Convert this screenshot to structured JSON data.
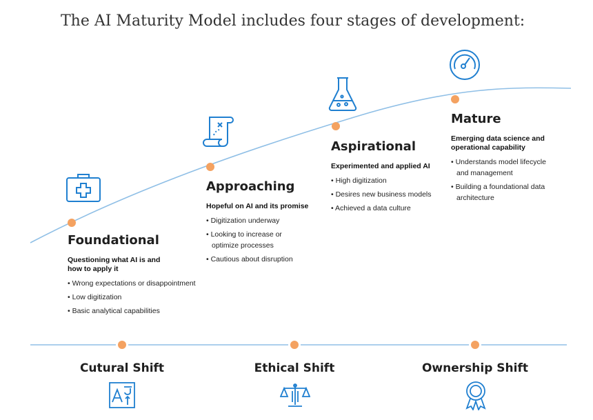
{
  "intro": "The AI Maturity Model includes four stages of development:",
  "accent_color": "#f4a261",
  "line_color": "#8fbfe6",
  "icon_color": "#1f7fd0",
  "stages": [
    {
      "title": "Foundational",
      "icon": "first-aid-kit-icon",
      "subtitle": "Questioning what AI is and how to apply it",
      "bullets": [
        "Wrong expectations or disappointment",
        "Low digitization",
        "Basic analytical capabilities"
      ]
    },
    {
      "title": "Approaching",
      "icon": "scroll-map-icon",
      "subtitle": "Hopeful on AI and its promise",
      "bullets": [
        "Digitization underway",
        "Looking to increase or optimize processes",
        "Cautious about disruption"
      ]
    },
    {
      "title": "Aspirational",
      "icon": "flask-icon",
      "subtitle": "Experimented and applied AI",
      "bullets": [
        "High digitization",
        "Desires new business models",
        "Achieved a data culture"
      ]
    },
    {
      "title": "Mature",
      "icon": "gauge-icon",
      "subtitle": "Emerging data science and operational capability",
      "bullets": [
        "Understands model lifecycle and management",
        "Building a foundational data architecture"
      ]
    }
  ],
  "shifts": [
    {
      "label": "Cutural Shift",
      "icon": "text-language-icon"
    },
    {
      "label": "Ethical Shift",
      "icon": "scales-icon"
    },
    {
      "label": "Ownership Shift",
      "icon": "award-ribbon-icon"
    }
  ]
}
